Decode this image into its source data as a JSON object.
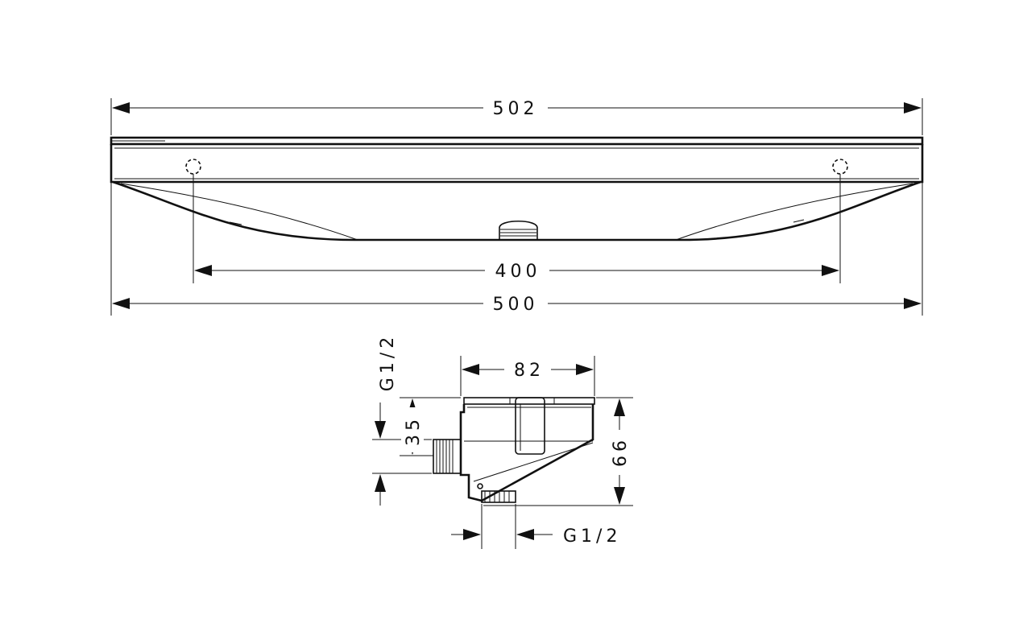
{
  "dimensions": {
    "total_width": "502",
    "outlet_spacing": "400",
    "body_width": "500",
    "bracket_width": "82",
    "inlet_height": "35",
    "bracket_height": "66",
    "thread_side": "G1/2",
    "thread_bottom": "G1/2"
  },
  "colors": {
    "line": "#111111",
    "background": "#ffffff"
  }
}
